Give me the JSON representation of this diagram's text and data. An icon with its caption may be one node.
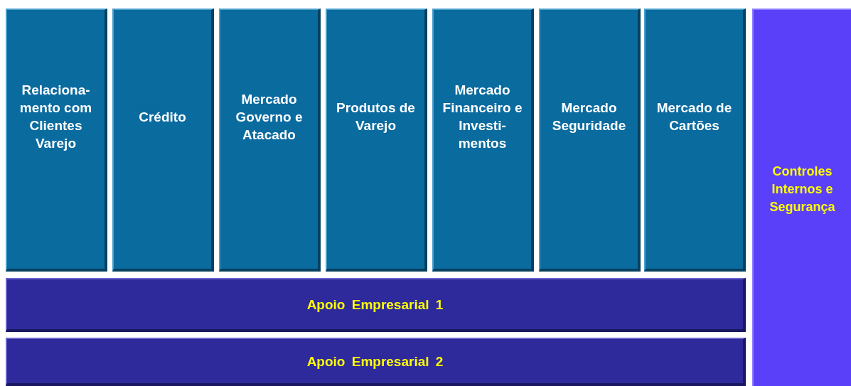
{
  "diagram": {
    "nodes": [
      {
        "text": [
          "Relaciona- mento com Clientes Varejo"
        ]
      },
      {
        "text": [
          "Crédito"
        ]
      },
      {
        "text": [
          "Mercado Governo e Atacado"
        ]
      },
      {
        "text": [
          "Produtos de Varejo"
        ]
      },
      {
        "text": [
          "Mercado Financeiro e Investi- mentos"
        ]
      },
      {
        "text": [
          "Mercado Seguridade"
        ]
      },
      {
        "text": [
          "Mercado de Cartões"
        ]
      },
      {
        "text": [
          "Apoio Empresarial 1"
        ]
      },
      {
        "text": [
          "Apoio Empresarial 2"
        ]
      },
      {
        "text": [
          "Controles Internos e Segurança"
        ]
      }
    ]
  }
}
